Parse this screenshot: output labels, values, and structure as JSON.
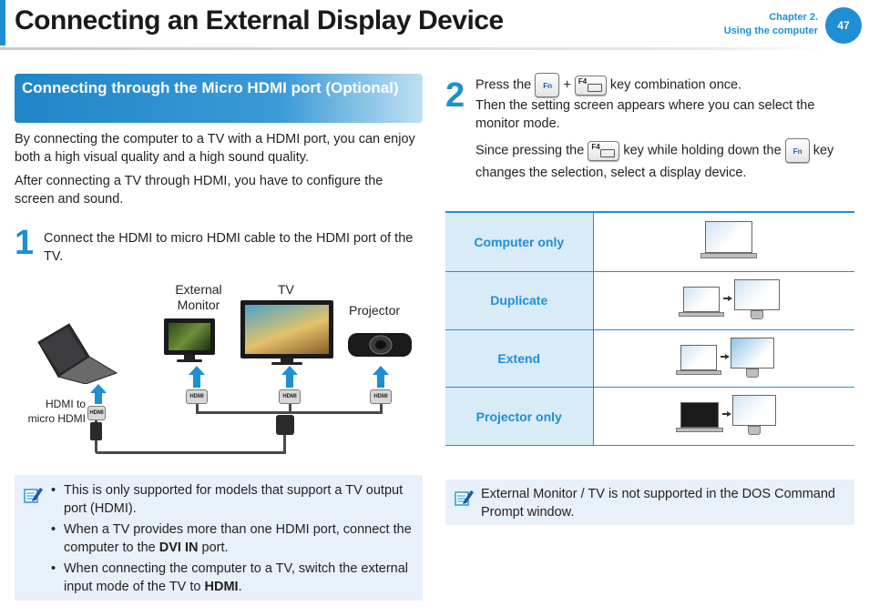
{
  "header": {
    "title": "Connecting an External Display Device",
    "chapter_line1": "Chapter 2.",
    "chapter_line2": "Using the computer",
    "page_number": "47",
    "accent_color": "#1e8fd4"
  },
  "left": {
    "section_title": "Connecting through the Micro HDMI port (Optional)",
    "intro1": "By connecting the computer to a TV with a HDMI port, you can enjoy both a high visual quality and a high sound quality.",
    "intro2": "After connecting a TV through HDMI, you have to configure the screen and sound.",
    "step1_number": "1",
    "step1_text": "Connect the HDMI to micro HDMI cable to the HDMI port of the TV.",
    "diagram": {
      "label_external_monitor_1": "External",
      "label_external_monitor_2": "Monitor",
      "label_tv": "TV",
      "label_projector": "Projector",
      "label_hdmi_1": "HDMI to",
      "label_hdmi_2": "micro HDMI",
      "plug_text": "HDMI"
    },
    "note": {
      "icon": "note-pencil-icon",
      "bullet1": "This is only supported for models that support a TV output port (HDMI).",
      "bullet2_pre": "When a TV provides more than one HDMI port, connect the computer to the ",
      "bullet2_bold": "DVI IN",
      "bullet2_post": " port.",
      "bullet3_pre": "When connecting the computer to a TV, switch the external input mode of the TV to ",
      "bullet3_bold": "HDMI",
      "bullet3_post": "."
    }
  },
  "right": {
    "step2_number": "2",
    "press_pre": "Press the",
    "plus": "+",
    "press_post": "key combination once.",
    "then_text": "Then the setting screen appears where you can select the monitor mode.",
    "since_pre": "Since pressing the",
    "since_mid": "key while holding down the",
    "since_post": "key changes the selection, select a display device.",
    "keys": {
      "fn_label": "Fn",
      "f4_label": "F4"
    },
    "modes": [
      {
        "name": "Computer only",
        "icon": "laptop-screen-icon"
      },
      {
        "name": "Duplicate",
        "icon": "laptop-to-monitor-icon"
      },
      {
        "name": "Extend",
        "icon": "laptop-extend-monitor-icon"
      },
      {
        "name": "Projector only",
        "icon": "monitor-only-icon"
      }
    ],
    "note_text": "External Monitor / TV is not supported in the DOS Command Prompt window."
  }
}
